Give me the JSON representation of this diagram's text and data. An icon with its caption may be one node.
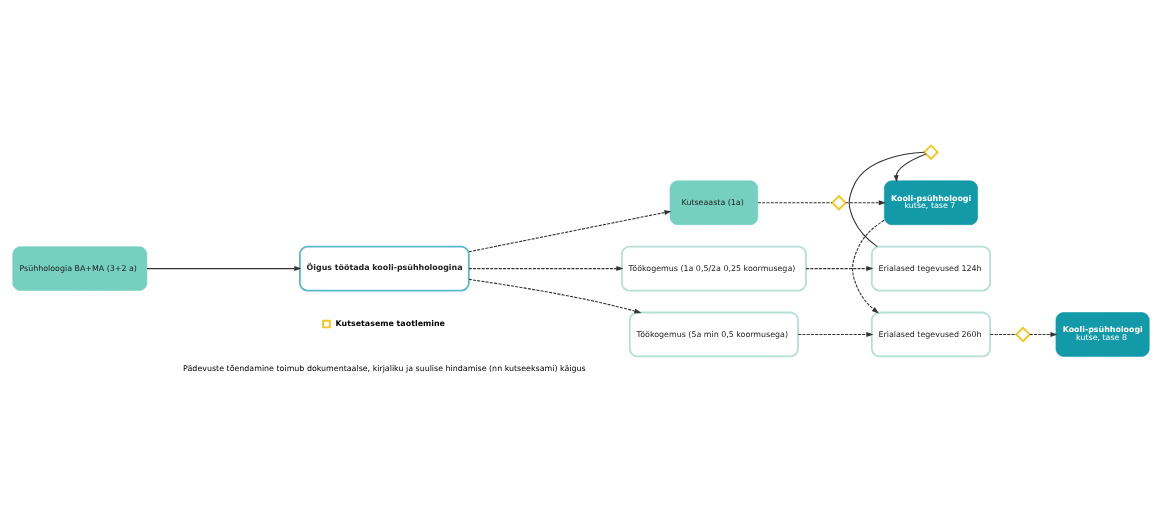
{
  "diagram": {
    "nodes": [
      {
        "text": [
          "Psühholoogia BA+MA (3+2 a)"
        ]
      },
      {
        "text": [
          "Õigus töötada kooli-psühholoogina"
        ]
      },
      {
        "text": [
          "Kutseaasta (1a)"
        ]
      },
      {
        "text": [
          "Töökogemus (1a 0,5/2a 0,25 koormusega)"
        ]
      },
      {
        "text": [
          "Töökogemus (5a min 0,5 koormusega)"
        ]
      },
      {
        "text": [],
        "shape": "diamond"
      },
      {
        "text": [
          "Kooli-psühholoogi",
          "kutse, tase 7"
        ]
      },
      {
        "text": [],
        "shape": "diamond"
      },
      {
        "text": [
          "Erialased tegevused 124h"
        ]
      },
      {
        "text": [
          "Erialased tegevused 260h"
        ]
      },
      {
        "text": [],
        "shape": "diamond"
      },
      {
        "text": [
          "Kooli-psühholoogi",
          "kutse, tase 8"
        ]
      }
    ],
    "edges": [
      {
        "from": 0,
        "to": 1,
        "arrow": "to"
      },
      {
        "from": 1,
        "to": 2,
        "arrow": "to",
        "style": "dashed"
      },
      {
        "from": 1,
        "to": 3,
        "arrow": "to",
        "style": "dashed"
      },
      {
        "from": 1,
        "to": 4,
        "arrow": "to",
        "style": "dashed"
      },
      {
        "from": 2,
        "to": 5,
        "arrow": "none",
        "style": "dashed"
      },
      {
        "from": 5,
        "to": 6,
        "arrow": "to",
        "style": "dashed"
      },
      {
        "from": 3,
        "to": 8,
        "arrow": "to",
        "style": "dashed"
      },
      {
        "from": 8,
        "to": 7,
        "arrow": "none"
      },
      {
        "from": 7,
        "to": 6,
        "arrow": "to"
      },
      {
        "from": 6,
        "to": 9,
        "arrow": "to",
        "style": "dashed"
      },
      {
        "from": 4,
        "to": 9,
        "arrow": "to",
        "style": "dashed"
      },
      {
        "from": 9,
        "to": 10,
        "arrow": "none",
        "style": "dashed"
      },
      {
        "from": 10,
        "to": 11,
        "arrow": "to",
        "style": "dashed"
      }
    ],
    "labels": [
      "Pädevuste tõendamine toimub dokumentaalse, kirjaliku ja suulise hindamise (nn kutseeksami) käigus"
    ],
    "legend": [
      {
        "text": "Kutsetaseme taotlemine"
      }
    ]
  }
}
